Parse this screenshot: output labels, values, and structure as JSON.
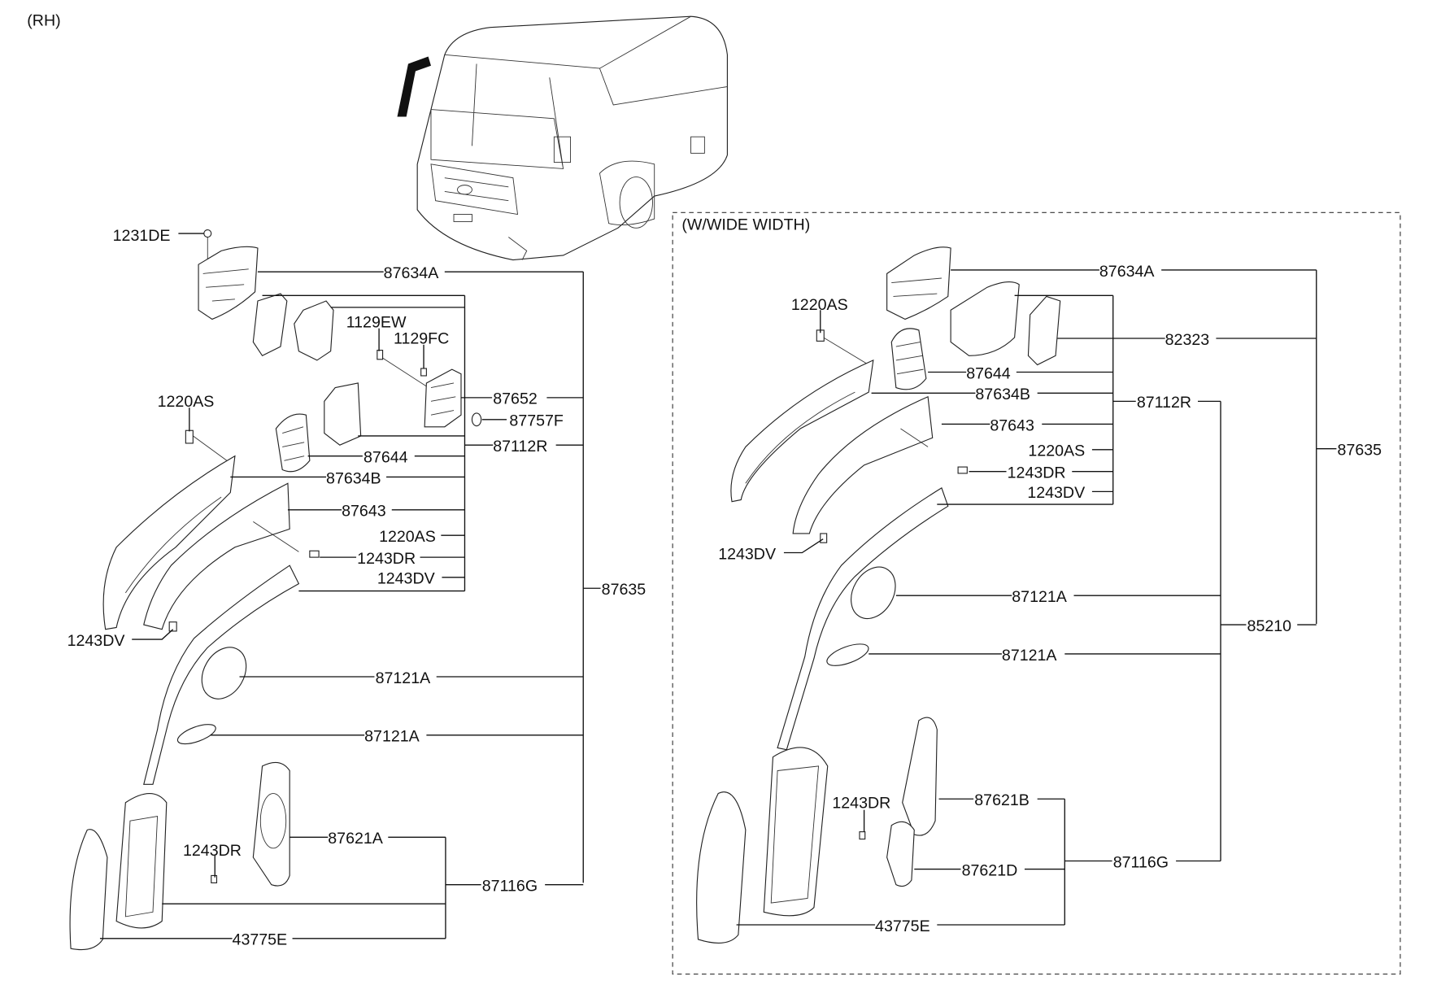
{
  "view_label": "(RH)",
  "variant_label": "(W/WIDE WIDTH)",
  "left": {
    "labels": [
      "1231DE",
      "87634A",
      "1129EW",
      "1129FC",
      "87652",
      "87757F",
      "87112R",
      "1220AS",
      "87644",
      "87634B",
      "87643",
      "1220AS",
      "1243DR",
      "1243DV",
      "87635",
      "1243DV",
      "87121A",
      "87121A",
      "87621A",
      "1243DR",
      "87116G",
      "43775E"
    ]
  },
  "right": {
    "labels": [
      "87634A",
      "1220AS",
      "82323",
      "87644",
      "87634B",
      "87112R",
      "87643",
      "1220AS",
      "1243DR",
      "1243DV",
      "87635",
      "1243DV",
      "87121A",
      "85210",
      "87121A",
      "1243DR",
      "87621B",
      "87621D",
      "87116G",
      "43775E"
    ]
  }
}
